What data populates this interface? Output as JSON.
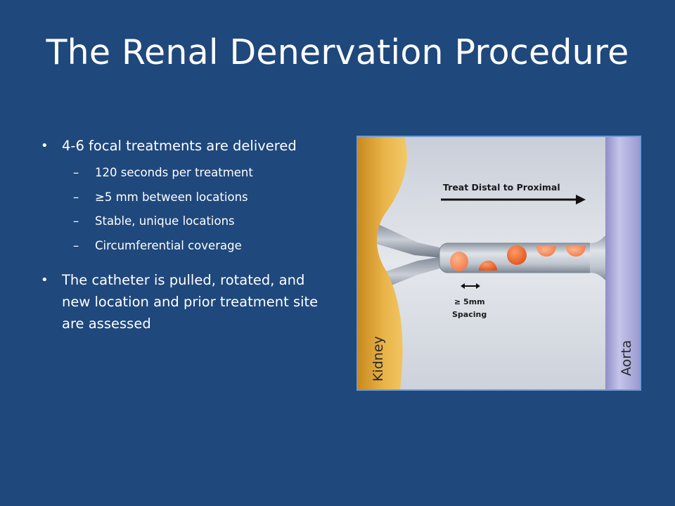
{
  "slide": {
    "title": "The Renal Denervation Procedure"
  },
  "bullets": [
    {
      "text": "4-6 focal treatments are delivered",
      "sub_items": [
        "120 seconds per treatment",
        "≥5 mm between locations",
        "Stable, unique locations",
        "Circumferential coverage"
      ]
    },
    {
      "text": "The catheter is pulled, rotated, and new location and prior treatment site are assessed",
      "sub_items": []
    }
  ],
  "figure": {
    "arrow_label": "Treat Distal to Proximal",
    "spacing_label_line1": "≥ 5mm",
    "spacing_label_line2": "Spacing",
    "kidney_label": "Kidney",
    "aorta_label": "Aorta"
  },
  "colors": {
    "background": "#1f487c",
    "kidney": "#e3a93a",
    "aorta": "#a9a8d8",
    "lesion": "#f07a3c"
  }
}
